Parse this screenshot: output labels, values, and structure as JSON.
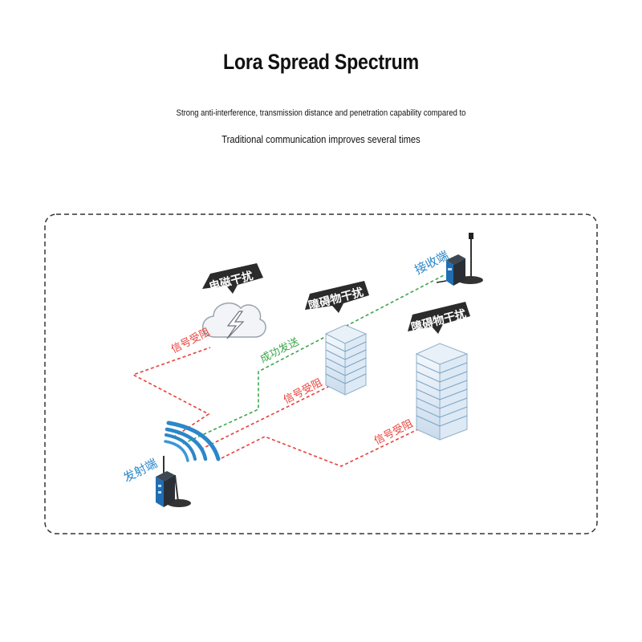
{
  "header": {
    "title": "Lora Spread Spectrum",
    "subtitle_line1": "Strong anti-interference, transmission distance and penetration capability compared to",
    "subtitle_line2": "Traditional communication improves several times"
  },
  "diagram": {
    "transmitter_label": "发射端",
    "receiver_label": "接收端",
    "em_interference_label": "电磁干扰",
    "obstacle_label_1": "障碍物干扰",
    "obstacle_label_2": "障碍物干扰",
    "blocked_label_cloud": "信号受阻",
    "success_label": "成功发送",
    "blocked_label_building1": "信号受阻",
    "blocked_label_building2": "信号受阻",
    "colors": {
      "blocked": "#e8403a",
      "success": "#3aa64a",
      "accent_blue": "#2b87c9",
      "callout_bg": "#2b2b2b"
    },
    "icons": [
      "lightning-cloud-icon",
      "radio-transmitter-icon",
      "radio-receiver-icon",
      "building-icon",
      "signal-waves-icon"
    ]
  }
}
